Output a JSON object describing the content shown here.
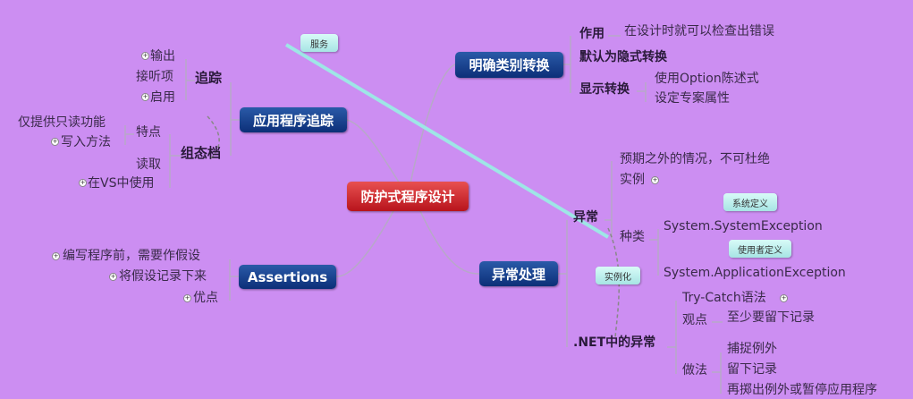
{
  "center": "防护式程序设计",
  "topics": {
    "trace": "应用程序追踪",
    "cast": "明确类别转换",
    "assert": "Assertions",
    "exception": "异常处理"
  },
  "trace": {
    "tracking": "追踪",
    "output": "输出",
    "listener": "接听项",
    "enable": "启用",
    "config": "组态档",
    "feature": "特点",
    "readonly": "仅提供只读功能",
    "write": "写入方法",
    "read": "读取",
    "vs": "在VS中使用",
    "callout": "服务"
  },
  "cast": {
    "purpose": "作用",
    "purpose_detail": "在设计时就可以检查出错误",
    "implicit": "默认为隐式转换",
    "explicit": "显示转换",
    "option": "使用Option陈述式",
    "project": "设定专案属性"
  },
  "assert": {
    "before": "编写程序前，需要作假设",
    "record": "将假设记录下来",
    "merit": "优点"
  },
  "exception": {
    "exc": "异常",
    "unexpected": "预期之外的情况，不可杜绝",
    "instance": "实例",
    "kind": "种类",
    "sys": "System.SystemException",
    "app": "System.ApplicationException",
    "sys_callout": "系统定义",
    "user_callout": "使用者定义",
    "inst_callout": "实例化",
    "net": ".NET中的异常",
    "trycatch": "Try-Catch语法",
    "view": "观点",
    "view_detail": "至少要留下记录",
    "method": "做法",
    "catch": "捕捉例外",
    "log": "留下记录",
    "rethrow": "再掷出例外或暂停应用程序"
  }
}
